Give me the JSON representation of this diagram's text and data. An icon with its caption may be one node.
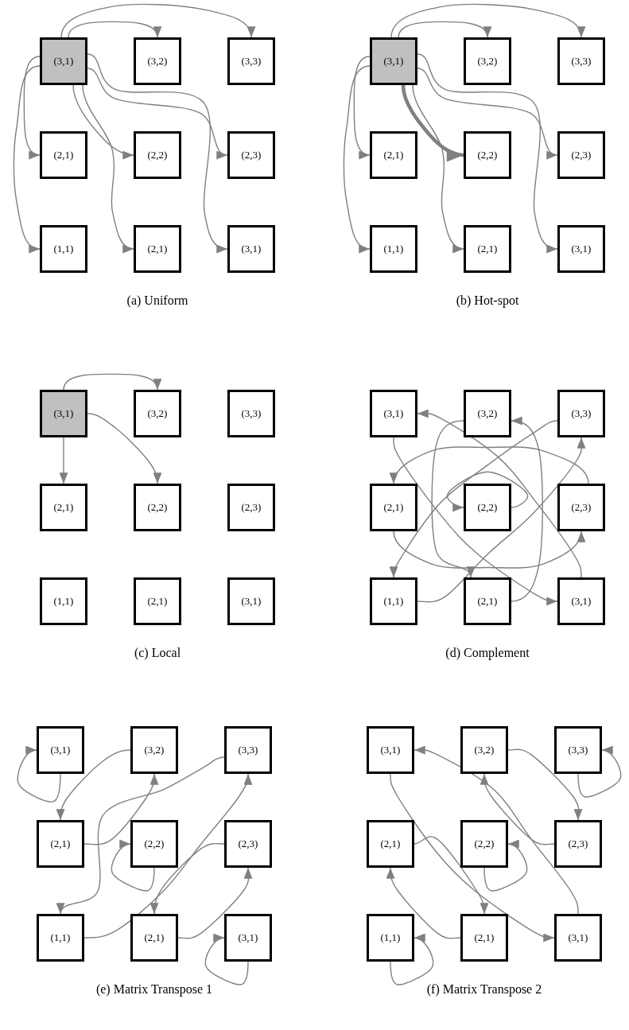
{
  "diagram": {
    "nodes": [
      {
        "text": [
          "(3,1)"
        ]
      },
      {
        "text": [
          "(3,2)"
        ]
      },
      {
        "text": [
          "(3,3)"
        ]
      },
      {
        "text": [
          "(2,1)"
        ]
      },
      {
        "text": [
          "(2,2)"
        ]
      },
      {
        "text": [
          "(2,3)"
        ]
      },
      {
        "text": [
          "(1,1)"
        ]
      },
      {
        "text": [
          "(2,1)"
        ]
      },
      {
        "text": [
          "(3,1)"
        ]
      },
      {
        "text": [
          "(3,1)"
        ]
      },
      {
        "text": [
          "(3,2)"
        ]
      },
      {
        "text": [
          "(3,3)"
        ]
      },
      {
        "text": [
          "(2,1)"
        ]
      },
      {
        "text": [
          "(2,2)"
        ]
      },
      {
        "text": [
          "(2,3)"
        ]
      },
      {
        "text": [
          "(1,1)"
        ]
      },
      {
        "text": [
          "(2,1)"
        ]
      },
      {
        "text": [
          "(3,1)"
        ]
      },
      {
        "text": [
          "(3,1)"
        ]
      },
      {
        "text": [
          "(3,2)"
        ]
      },
      {
        "text": [
          "(3,3)"
        ]
      },
      {
        "text": [
          "(2,1)"
        ]
      },
      {
        "text": [
          "(2,2)"
        ]
      },
      {
        "text": [
          "(2,3)"
        ]
      },
      {
        "text": [
          "(1,1)"
        ]
      },
      {
        "text": [
          "(2,1)"
        ]
      },
      {
        "text": [
          "(3,1)"
        ]
      },
      {
        "text": [
          "(3,1)"
        ]
      },
      {
        "text": [
          "(3,2)"
        ]
      },
      {
        "text": [
          "(3,3)"
        ]
      },
      {
        "text": [
          "(2,1)"
        ]
      },
      {
        "text": [
          "(2,2)"
        ]
      },
      {
        "text": [
          "(2,3)"
        ]
      },
      {
        "text": [
          "(1,1)"
        ]
      },
      {
        "text": [
          "(2,1)"
        ]
      },
      {
        "text": [
          "(3,1)"
        ]
      },
      {
        "text": [
          "(3,1)"
        ]
      },
      {
        "text": [
          "(3,2)"
        ]
      },
      {
        "text": [
          "(3,3)"
        ]
      },
      {
        "text": [
          "(2,1)"
        ]
      },
      {
        "text": [
          "(2,2)"
        ]
      },
      {
        "text": [
          "(2,3)"
        ]
      },
      {
        "text": [
          "(1,1)"
        ]
      },
      {
        "text": [
          "(2,1)"
        ]
      },
      {
        "text": [
          "(3,1)"
        ]
      },
      {
        "text": [
          "(3,1)"
        ]
      },
      {
        "text": [
          "(3,2)"
        ]
      },
      {
        "text": [
          "(3,3)"
        ]
      },
      {
        "text": [
          "(2,1)"
        ]
      },
      {
        "text": [
          "(2,2)"
        ]
      },
      {
        "text": [
          "(2,3)"
        ]
      },
      {
        "text": [
          "(1,1)"
        ]
      },
      {
        "text": [
          "(2,1)"
        ]
      },
      {
        "text": [
          "(3,1)"
        ]
      }
    ],
    "edges": [
      {
        "from": 0,
        "to": 1,
        "arrow": "to"
      },
      {
        "from": 0,
        "to": 2,
        "arrow": "to"
      },
      {
        "from": 0,
        "to": 3,
        "arrow": "to"
      },
      {
        "from": 0,
        "to": 4,
        "arrow": "to"
      },
      {
        "from": 0,
        "to": 5,
        "arrow": "to"
      },
      {
        "from": 0,
        "to": 6,
        "arrow": "to"
      },
      {
        "from": 0,
        "to": 7,
        "arrow": "to"
      },
      {
        "from": 0,
        "to": 8,
        "arrow": "to"
      },
      {
        "from": 9,
        "to": 10,
        "arrow": "to"
      },
      {
        "from": 9,
        "to": 11,
        "arrow": "to"
      },
      {
        "from": 9,
        "to": 12,
        "arrow": "to"
      },
      {
        "from": 9,
        "to": 13,
        "arrow": "to",
        "style": "thick"
      },
      {
        "from": 9,
        "to": 14,
        "arrow": "to"
      },
      {
        "from": 9,
        "to": 15,
        "arrow": "to"
      },
      {
        "from": 9,
        "to": 16,
        "arrow": "to"
      },
      {
        "from": 9,
        "to": 17,
        "arrow": "to"
      },
      {
        "from": 18,
        "to": 19,
        "arrow": "to"
      },
      {
        "from": 18,
        "to": 21,
        "arrow": "to"
      },
      {
        "from": 18,
        "to": 22,
        "arrow": "to"
      },
      {
        "from": 35,
        "to": 27,
        "arrow": "to"
      },
      {
        "from": 27,
        "to": 35,
        "arrow": "to"
      },
      {
        "from": 28,
        "to": 34,
        "arrow": "to"
      },
      {
        "from": 34,
        "to": 28,
        "arrow": "to"
      },
      {
        "from": 29,
        "to": 33,
        "arrow": "to"
      },
      {
        "from": 33,
        "to": 29,
        "arrow": "to"
      },
      {
        "from": 32,
        "to": 30,
        "arrow": "to"
      },
      {
        "from": 30,
        "to": 32,
        "arrow": "to"
      },
      {
        "from": 31,
        "to": 31,
        "arrow": "to"
      },
      {
        "from": 36,
        "to": 36,
        "arrow": "to"
      },
      {
        "from": 37,
        "to": 39,
        "arrow": "to"
      },
      {
        "from": 39,
        "to": 37,
        "arrow": "to"
      },
      {
        "from": 38,
        "to": 42,
        "arrow": "to"
      },
      {
        "from": 42,
        "to": 38,
        "arrow": "to"
      },
      {
        "from": 40,
        "to": 40,
        "arrow": "to"
      },
      {
        "from": 41,
        "to": 43,
        "arrow": "to"
      },
      {
        "from": 43,
        "to": 41,
        "arrow": "to"
      },
      {
        "from": 44,
        "to": 44,
        "arrow": "to"
      },
      {
        "from": 53,
        "to": 45,
        "arrow": "to"
      },
      {
        "from": 45,
        "to": 53,
        "arrow": "to"
      },
      {
        "from": 46,
        "to": 50,
        "arrow": "to"
      },
      {
        "from": 50,
        "to": 46,
        "arrow": "to"
      },
      {
        "from": 47,
        "to": 47,
        "arrow": "to"
      },
      {
        "from": 48,
        "to": 52,
        "arrow": "to"
      },
      {
        "from": 52,
        "to": 48,
        "arrow": "to"
      },
      {
        "from": 49,
        "to": 49,
        "arrow": "to"
      },
      {
        "from": 51,
        "to": 51,
        "arrow": "to"
      }
    ],
    "labels": [
      "(a) Uniform",
      "(b) Hot-spot",
      "(c) Local",
      "(d) Complement",
      "(e) Matrix Transpose 1",
      "(f) Matrix Transpose 2"
    ]
  }
}
